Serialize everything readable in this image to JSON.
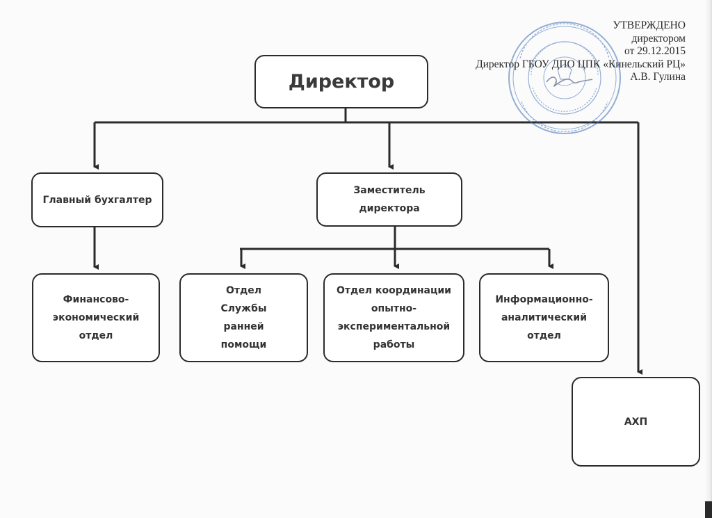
{
  "approval": {
    "line1": "УТВЕРЖДЕНО",
    "line2": "директором",
    "line3": "от 29.12.2015",
    "line4": "Директор ГБОУ ДПО ЦПК «Кинельский РЦ»",
    "line5": "А.В. Гулина"
  },
  "org_chart": {
    "director": "Директор",
    "chief_accountant": "Главный бухгалтер",
    "deputy_director": "Заместитель директора",
    "finance_dept": "Финансово-экономический отдел",
    "early_help_dept": "Отдел Службы ранней помощи",
    "experimental_dept": "Отдел координации опытно-экспериментальной работы",
    "analytics_dept": "Информационно-аналитический отдел",
    "ahp": "АХП"
  },
  "colors": {
    "line": "#2b2b2b",
    "stamp": "#3f6fb3",
    "text": "#333333"
  }
}
